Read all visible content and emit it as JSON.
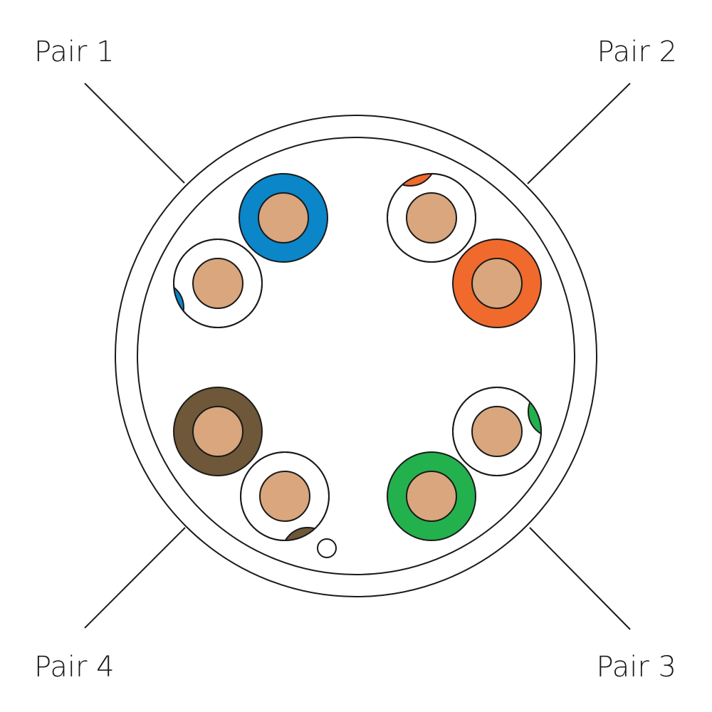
{
  "labels": {
    "pair1": "Pair 1",
    "pair2": "Pair 2",
    "pair3": "Pair 3",
    "pair4": "Pair 4"
  },
  "colors": {
    "copper": "#d9a67d",
    "blue": "#0a86c9",
    "orange": "#ef6a2c",
    "green": "#23b14d",
    "brown": "#6e5839",
    "white": "#ffffff",
    "outline": "#1a1a1a"
  },
  "pairs": [
    {
      "name": "pair-1",
      "solid_color": "blue",
      "stripe_color": "blue"
    },
    {
      "name": "pair-2",
      "solid_color": "orange",
      "stripe_color": "orange"
    },
    {
      "name": "pair-3",
      "solid_color": "green",
      "stripe_color": "green"
    },
    {
      "name": "pair-4",
      "solid_color": "brown",
      "stripe_color": "brown"
    }
  ]
}
